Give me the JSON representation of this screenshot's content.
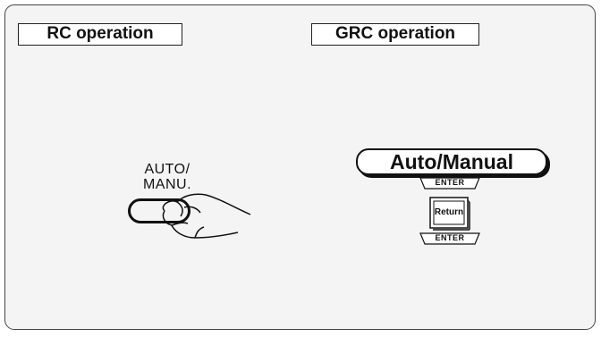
{
  "rc_section": {
    "header": "RC operation",
    "button_label_line1": "AUTO/",
    "button_label_line2": "MANU."
  },
  "grc_section": {
    "header": "GRC operation",
    "auto_manual_button": "Auto/Manual",
    "enter_top": "ENTER",
    "return_key": "Return",
    "enter_bottom": "ENTER"
  },
  "icons": {
    "hand": "pointing-hand-icon"
  }
}
